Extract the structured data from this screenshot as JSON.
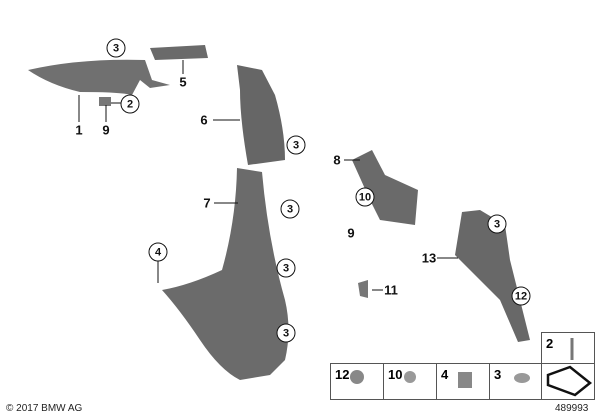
{
  "labels": {
    "l1": "1",
    "l5": "5",
    "l6": "6",
    "l7": "7",
    "l8": "8",
    "l9a": "9",
    "l9b": "9",
    "l11": "11",
    "l13": "13"
  },
  "callouts": {
    "c3a": "3",
    "c2": "2",
    "c3b": "3",
    "c10": "10",
    "c3c": "3",
    "c3d": "3",
    "c4": "4",
    "c3e": "3",
    "c12": "12",
    "c3f": "3"
  },
  "legend_table": {
    "top_cell": "2",
    "cells": [
      "12",
      "10",
      "4",
      "3"
    ],
    "arrow_icon": "direction-arrow-icon"
  },
  "copyright": "© 2017 BMW AG",
  "diagram_number": "489993",
  "colors": {
    "part": "#6f6f6f",
    "part_dark": "#555555",
    "line": "#111111"
  }
}
